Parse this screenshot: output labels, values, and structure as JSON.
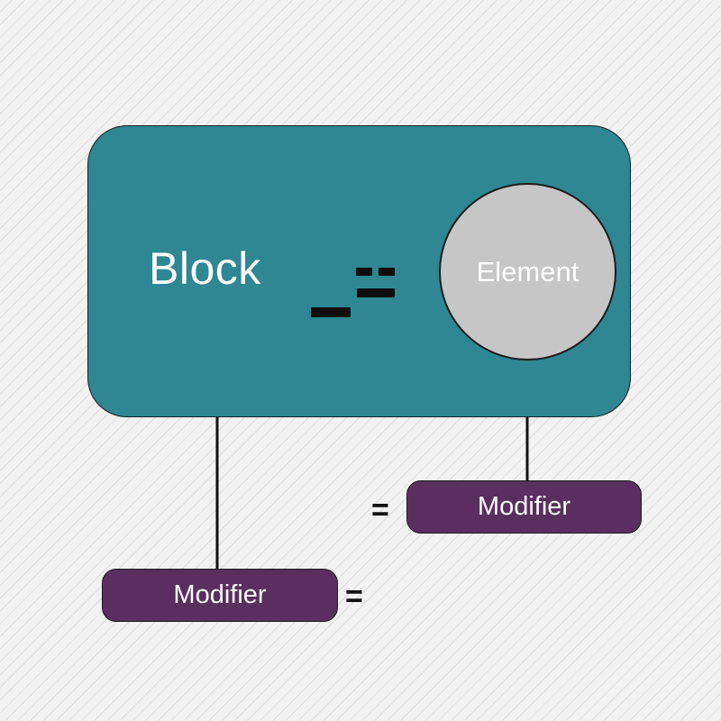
{
  "diagram": {
    "block": {
      "label": "Block",
      "fill": "#2e8793"
    },
    "element": {
      "label": "Element",
      "fill": "#c6c6c6"
    },
    "modifiers": [
      {
        "label": "Modifier",
        "symbol": "="
      },
      {
        "label": "Modifier",
        "symbol": "="
      }
    ],
    "colors": {
      "modifier_fill": "#5a2e5f",
      "connector": "#111111",
      "background": "#f2f2f2"
    }
  }
}
